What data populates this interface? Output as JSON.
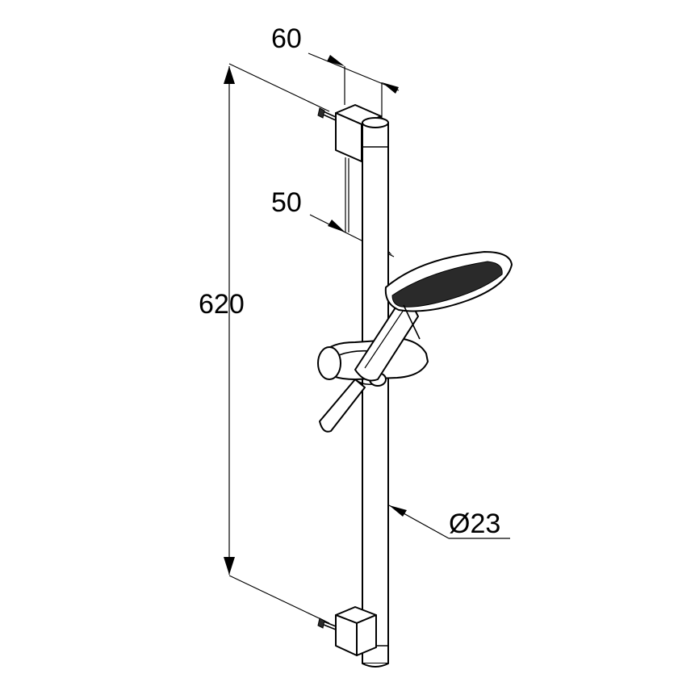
{
  "dimensions": {
    "bracket_depth": "60",
    "bar_offset": "50",
    "bar_length": "620",
    "bar_diameter": "Ø23"
  }
}
